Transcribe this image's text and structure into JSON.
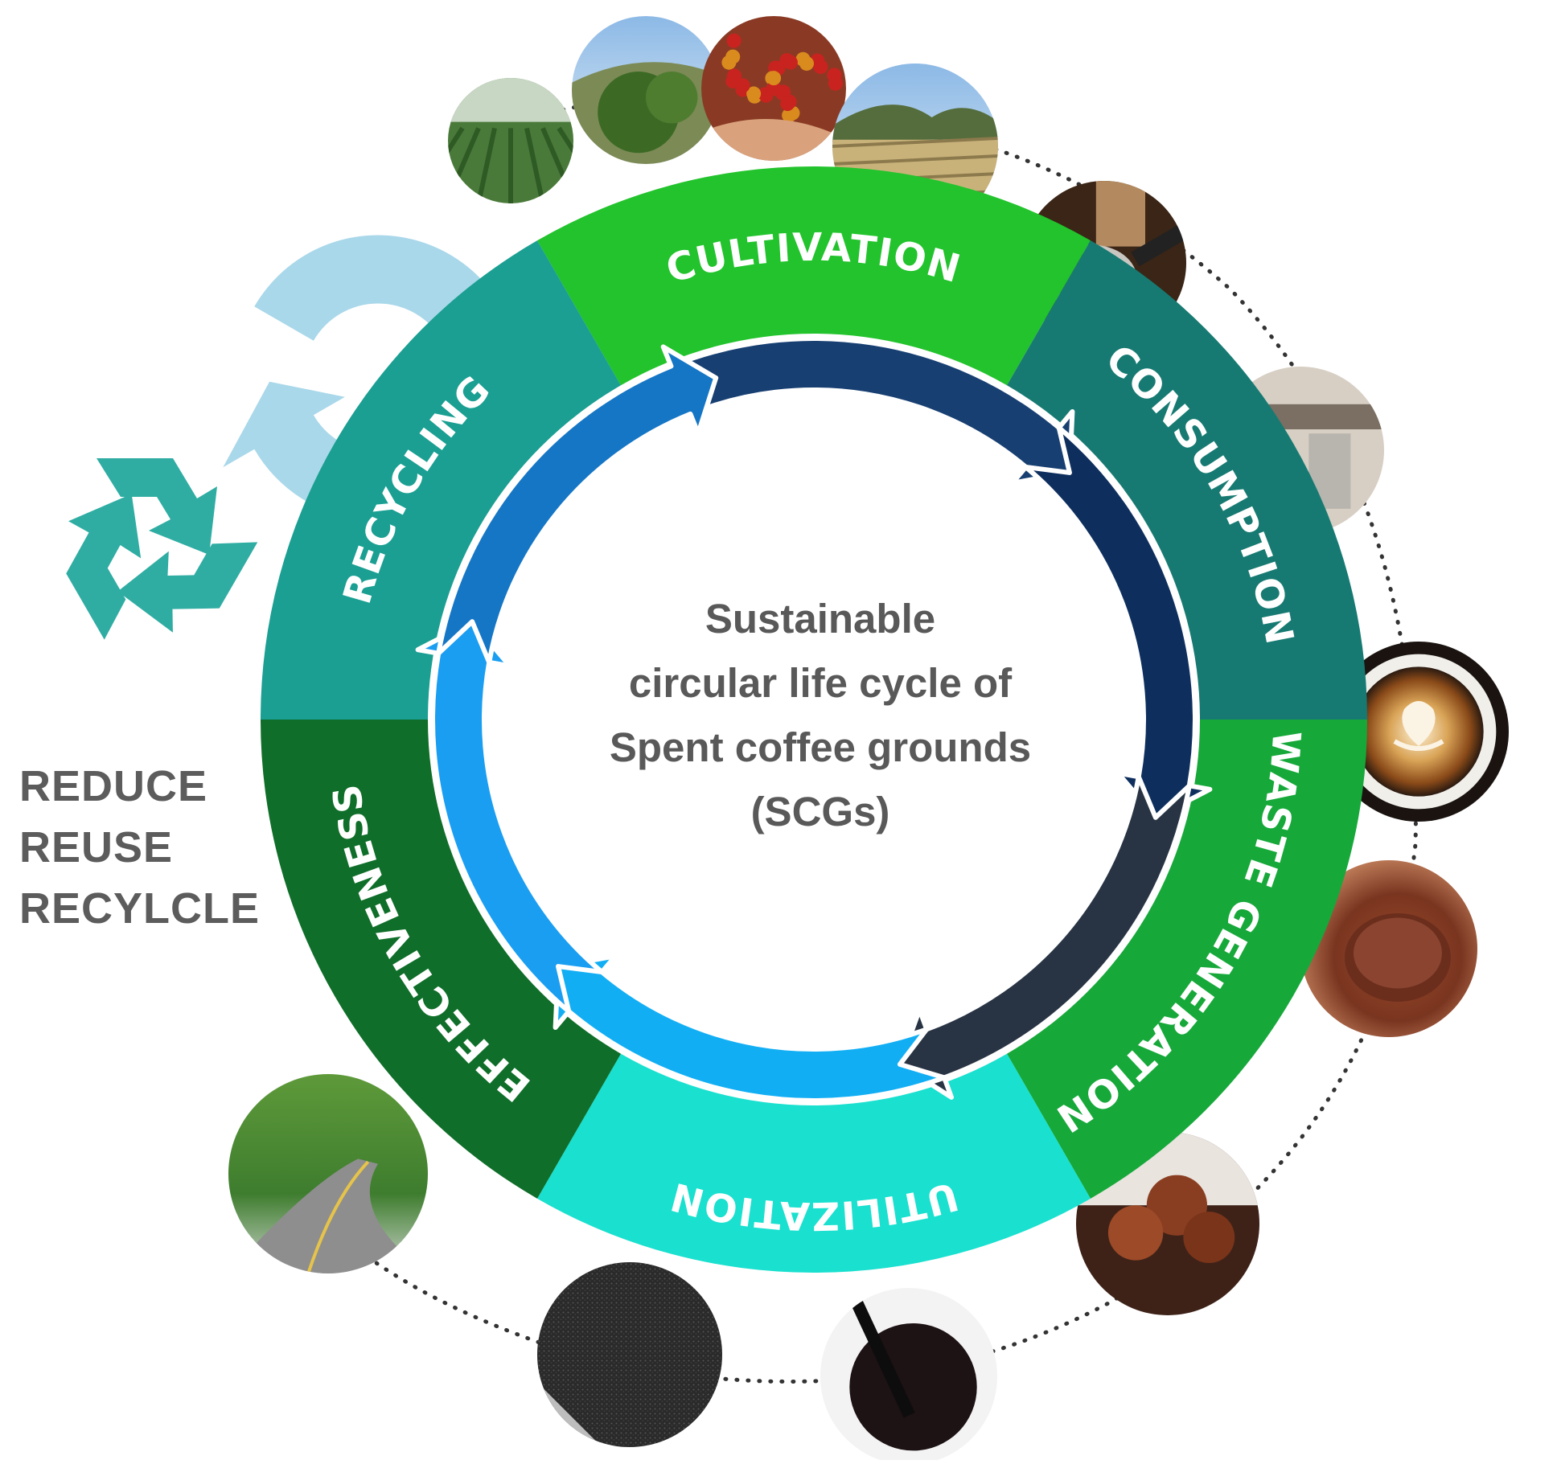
{
  "center_title": {
    "line1": "Sustainable",
    "line2": "circular life cycle of",
    "line3": "Spent coffee grounds",
    "line4": "(SCGs)"
  },
  "slogan": {
    "line1": "REDUCE",
    "line2": "REUSE",
    "line3": "RECYLCLE"
  },
  "stages": [
    {
      "label": "CULTIVATION",
      "color": "#22c32c"
    },
    {
      "label": "CONSUMPTION",
      "color": "#177a72"
    },
    {
      "label": "WASTE GENERATION",
      "color": "#17a83a"
    },
    {
      "label": "UTILIZATION",
      "color": "#19e0cf"
    },
    {
      "label": "EFFECTIVENESS",
      "color": "#0f6e29"
    },
    {
      "label": "RECYCLING",
      "color": "#1a9f92"
    }
  ],
  "inner_arrows": {
    "colors": [
      "#173f72",
      "#0e2f5e",
      "#283444",
      "#12aef4",
      "#1a9ef2",
      "#1576c5"
    ]
  },
  "photos": [
    {
      "icon": "seedling-farm-photo"
    },
    {
      "icon": "coffee-plant-photo"
    },
    {
      "icon": "coffee-cherries-photo"
    },
    {
      "icon": "drying-beds-photo"
    },
    {
      "icon": "portafilter-ground-coffee-photo"
    },
    {
      "icon": "espresso-machine-photo"
    },
    {
      "icon": "latte-art-photo"
    },
    {
      "icon": "coffee-powder-photo"
    },
    {
      "icon": "spent-coffee-grounds-photo"
    },
    {
      "icon": "liquid-extract-photo"
    },
    {
      "icon": "activated-carbon-photo"
    },
    {
      "icon": "forest-road-photo"
    }
  ],
  "recycle_symbol": {
    "icon": "recycle-icon",
    "color": "#2fada3"
  },
  "big_arrows": {
    "icon": "circular-arrows-icon",
    "color": "#a9d8ea"
  }
}
